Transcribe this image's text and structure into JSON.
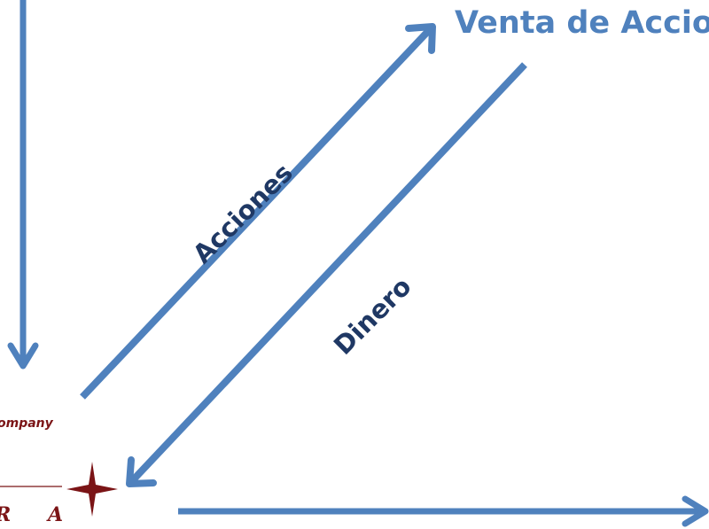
{
  "title": "Venta de Accio",
  "arrows": {
    "acciones_label": "Acciones",
    "dinero_label": "Dinero"
  },
  "logo": {
    "tagline": "ompany",
    "wordmark": "R A"
  },
  "colors": {
    "arrow": "#4f81bd",
    "title": "#4f81bd",
    "label": "#1f3864",
    "logo": "#7b1416"
  }
}
